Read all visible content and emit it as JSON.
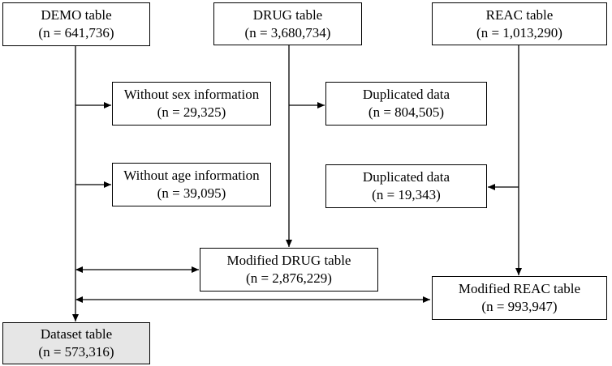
{
  "colors": {
    "box_border": "#000000",
    "box_fill": "#ffffff",
    "result_fill": "#e6e6e6",
    "line": "#000000"
  },
  "boxes": {
    "demo": {
      "title": "DEMO table",
      "count": "(n = 641,736)"
    },
    "drug": {
      "title": "DRUG table",
      "count": "(n = 3,680,734)"
    },
    "reac": {
      "title": "REAC table",
      "count": "(n = 1,013,290)"
    },
    "no_sex": {
      "title": "Without sex information",
      "count": "(n = 29,325)"
    },
    "drug_dup": {
      "title": "Duplicated data",
      "count": "(n = 804,505)"
    },
    "no_age": {
      "title": "Without age information",
      "count": "(n = 39,095)"
    },
    "reac_dup": {
      "title": "Duplicated data",
      "count": "(n = 19,343)"
    },
    "modified_drug": {
      "title": "Modified DRUG table",
      "count": "(n = 2,876,229)"
    },
    "modified_reac": {
      "title": "Modified REAC table",
      "count": "(n = 993,947)"
    },
    "dataset": {
      "title": "Dataset table",
      "count": "(n = 573,316)"
    }
  }
}
